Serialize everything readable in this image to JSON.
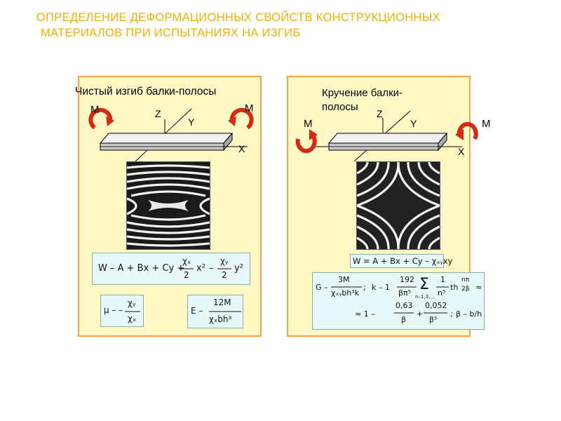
{
  "title": {
    "line1": "ОПРЕДЕЛЕНИЕ ДЕФОРМАЦИОННЫХ СВОЙСТВ КОНСТРУКЦИОННЫХ",
    "line2": "МАТЕРИАЛОВ ПРИ ИСПЫТАНИЯХ НА ИЗГИБ"
  },
  "left_panel": {
    "caption": "Чистый изгиб балки-полосы",
    "moment_left": "M",
    "moment_right": "M",
    "axis_z": "Z",
    "axis_y": "Y",
    "axis_x": "X",
    "formula_w": {
      "a": "W – A + Bx + Cy +",
      "num1": "χₓ",
      "den1": "2",
      "sq1": "x²",
      "minus": "–",
      "num2": "χᵧ",
      "den2": "2",
      "sq2": "y²"
    },
    "formula_mu": {
      "lhs": "μ – –",
      "num": "χᵧ",
      "den": "χₓ"
    },
    "formula_e": {
      "lhs": "E –",
      "num": "12M",
      "den": "χₓbh³"
    }
  },
  "right_panel": {
    "caption_line1": "Кручение балки-",
    "caption_line2": "полосы",
    "moment_left": "M",
    "moment_right": "M",
    "axis_z": "Z",
    "axis_y": "Y",
    "axis_x": "X",
    "formula_w": "W = A + Bx + Cy – χₓᵧxy",
    "formula_g": {
      "g_lhs": "G –",
      "g_num": "3M",
      "g_den": "χₓᵧbh³k",
      "sep1": ";",
      "k_lhs": "k – 1",
      "k_num": "192",
      "k_den": "βπ⁵",
      "sum": "Σ",
      "sum_sub": "n–1,3,...",
      "n_num": "1",
      "n_den": "n⁵",
      "th": "th",
      "th_arg_num": "nπ",
      "th_arg_den": "2β",
      "approx": "≈",
      "row2_lhs": "≈ 1 –",
      "c1_num": "0,63",
      "c1_den": "β",
      "plus": "+",
      "c2_num": "0,052",
      "c2_den": "β⁵",
      "sep2": ";",
      "beta": "β – b/h"
    }
  }
}
